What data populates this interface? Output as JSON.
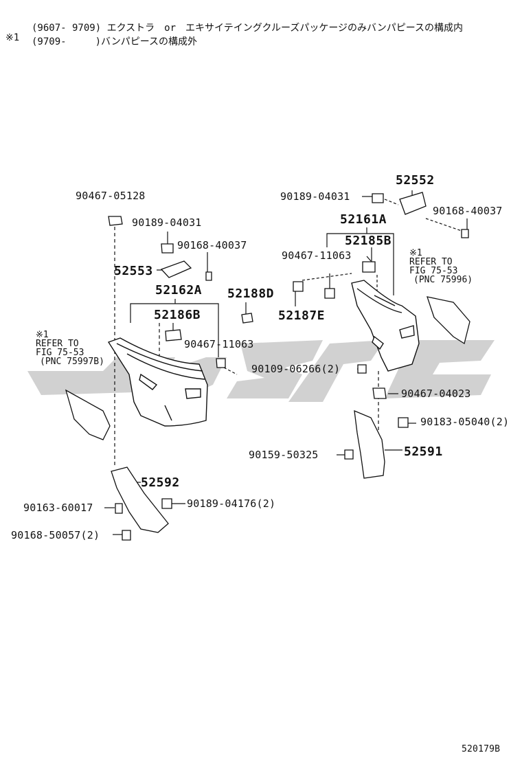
{
  "header": {
    "mark": "※1",
    "line1": "(9607- 9709) エクストラ　or　エキサイテイングクルーズパッケージのみバンパピースの構成内",
    "line2": "(9709-　　　)バンパピースの構成外"
  },
  "refs": {
    "left": {
      "mark": "※1",
      "l1": "REFER TO",
      "l2": "FIG 75-53",
      "l3": "(PNC 75997B)"
    },
    "right": {
      "mark": "※1",
      "l1": "REFER TO",
      "l2": "FIG 75-53",
      "l3": "(PNC 75996)"
    }
  },
  "parts": {
    "p90467_05128": "90467-05128",
    "p90189_04031_l": "90189-04031",
    "p90168_40037_l": "90168-40037",
    "p52553": "52553",
    "p52162A": "52162A",
    "p52188D": "52188D",
    "p52186B": "52186B",
    "p90467_11063_l": "90467-11063",
    "p52592": "52592",
    "p90163_60017": "90163-60017",
    "p90189_04176": "90189-04176(2)",
    "p90168_50057": "90168-50057(2)",
    "p52552": "52552",
    "p90189_04031_r": "90189-04031",
    "p90168_40037_r": "90168-40037",
    "p52161A": "52161A",
    "p52185B": "52185B",
    "p90467_11063_r": "90467-11063",
    "p52187E": "52187E",
    "p90109_06266": "90109-06266(2)",
    "p90467_04023": "90467-04023",
    "p90183_05040": "90183-05040(2)",
    "p90159_50325": "90159-50325",
    "p52591": "52591"
  },
  "figure_id": "520179B"
}
